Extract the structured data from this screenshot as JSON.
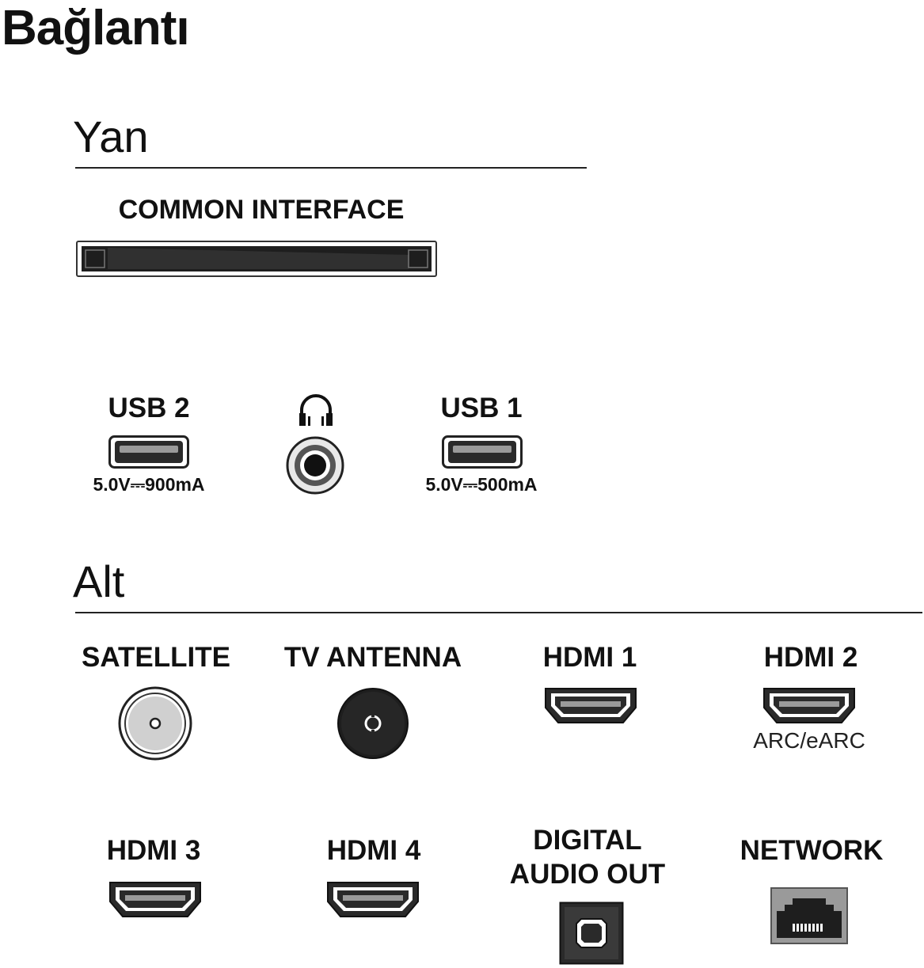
{
  "title": "Bağlantı",
  "sections": {
    "side": {
      "heading": "Yan",
      "common_interface": {
        "label": "COMMON INTERFACE"
      },
      "usb2": {
        "label": "USB 2",
        "rating": "5.0V⎓900mA"
      },
      "headphone": {
        "icon": "headphones-icon"
      },
      "usb1": {
        "label": "USB 1",
        "rating": "5.0V⎓500mA"
      }
    },
    "bottom": {
      "heading": "Alt",
      "satellite": {
        "label": "SATELLITE"
      },
      "tv_antenna": {
        "label": "TV ANTENNA"
      },
      "hdmi1": {
        "label": "HDMI 1"
      },
      "hdmi2": {
        "label": "HDMI 2",
        "note": "ARC/eARC"
      },
      "hdmi3": {
        "label": "HDMI 3"
      },
      "hdmi4": {
        "label": "HDMI 4"
      },
      "digital_audio_out": {
        "label_line1": "DIGITAL",
        "label_line2": "AUDIO OUT"
      },
      "network": {
        "label": "NETWORK"
      }
    }
  },
  "colors": {
    "port_dark": "#2a2a2a",
    "text": "#111111"
  }
}
